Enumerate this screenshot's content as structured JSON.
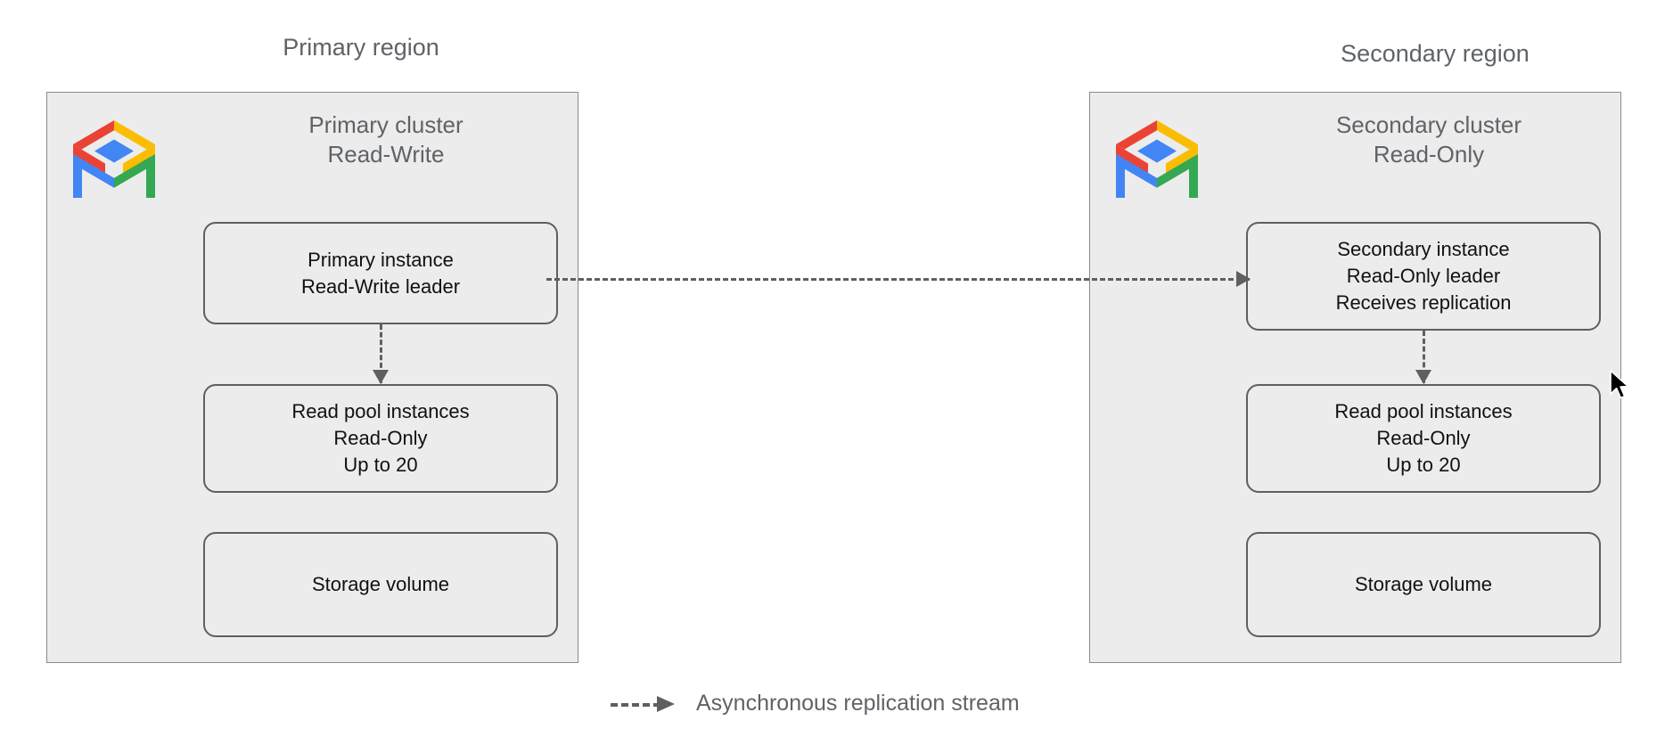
{
  "diagram": {
    "title_primary_region": "Primary region",
    "title_secondary_region": "Secondary region",
    "legend": {
      "label": "Asynchronous replication stream",
      "line_style": "dashed-arrow",
      "color": "#5f5f5f"
    },
    "colors": {
      "panel_fill": "#ececec",
      "panel_border": "#8a8a8a",
      "node_border": "#5f5f5f",
      "node_text": "#111111",
      "label_text": "#5f6368",
      "connector": "#5f5f5f",
      "logo_red": "#ea4335",
      "logo_yellow": "#fbbc04",
      "logo_blue": "#4285f4",
      "logo_green": "#34a853"
    },
    "clusters": [
      {
        "id": "primary",
        "label": "Primary cluster\nRead-Write",
        "logo": "alloydb-logo",
        "nodes": [
          {
            "id": "primary-instance",
            "text": "Primary instance\nRead-Write leader"
          },
          {
            "id": "read-pool",
            "text": "Read pool instances\nRead-Only\nUp to 20"
          },
          {
            "id": "storage-volume",
            "text": "Storage volume"
          }
        ]
      },
      {
        "id": "secondary",
        "label": "Secondary cluster\nRead-Only",
        "logo": "alloydb-logo",
        "nodes": [
          {
            "id": "secondary-instance",
            "text": "Secondary instance\nRead-Only leader\nReceives replication"
          },
          {
            "id": "read-pool",
            "text": "Read pool instances\nRead-Only\nUp to 20"
          },
          {
            "id": "storage-volume",
            "text": "Storage volume"
          }
        ]
      }
    ],
    "connections": [
      {
        "id": "primary-to-readpool",
        "from": "primary-instance",
        "to": "read-pool",
        "style": "dashed",
        "direction": "down"
      },
      {
        "id": "cross-region-replication",
        "from": "primary-instance",
        "to": "secondary-instance",
        "style": "dashed",
        "direction": "right"
      },
      {
        "id": "secondary-to-readpool",
        "from": "secondary-instance",
        "to": "read-pool",
        "style": "dashed",
        "direction": "down"
      }
    ]
  }
}
